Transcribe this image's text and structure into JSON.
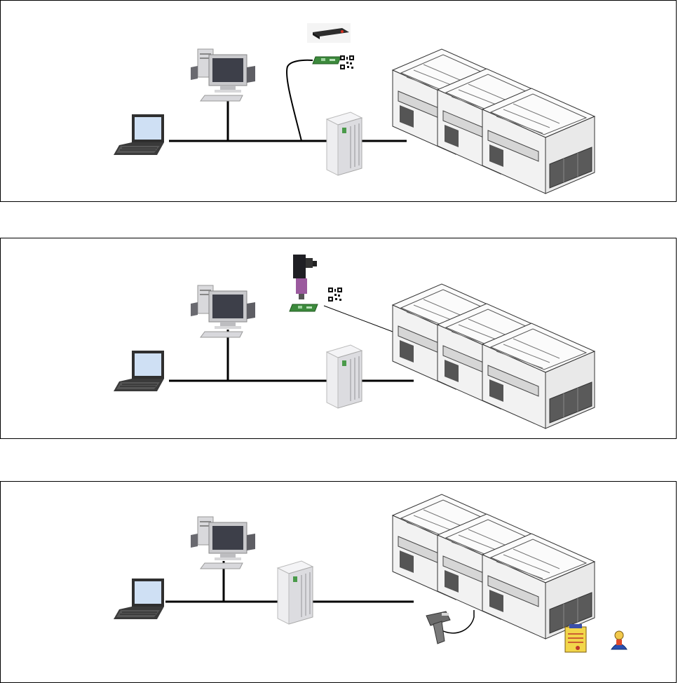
{
  "panels": [
    {
      "id": "barcode-laser-scanner-config",
      "reader": "fixed-laser-scanner-icon",
      "code": "qr-code-icon"
    },
    {
      "id": "barcode-camera-reader-config",
      "reader": "mounted-camera-reader-icon",
      "code": "qr-code-icon"
    },
    {
      "id": "handheld-scanner-config",
      "reader": "handheld-barcode-scanner-icon",
      "extras": [
        "report-document-icon",
        "operator-icon"
      ]
    }
  ],
  "colors": {
    "line": "#000000",
    "server_body": "#e8e8ea",
    "screen_blue": "#cfe0f4",
    "pcb_green": "#3c8a3c",
    "machine_gray": "#f4f4f4",
    "machine_dark": "#5a5a5a",
    "laser_red": "#d83020",
    "report_yellow": "#f2d64a",
    "operator_blue": "#2a4fb0"
  }
}
